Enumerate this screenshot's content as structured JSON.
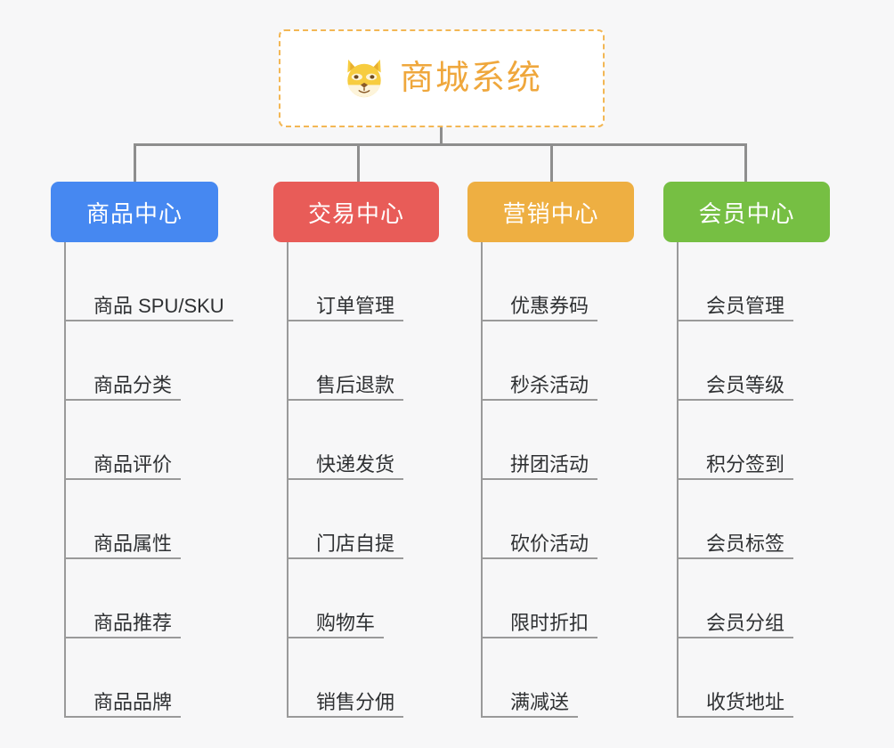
{
  "canvas": {
    "background": "#f7f7f8",
    "connector_color": "#8e8e8e",
    "leaf_line_color": "#9a9a9a"
  },
  "root": {
    "title": "商城系统",
    "icon": "shiba-dog-face-icon",
    "text_color": "#efa73c",
    "border_color": "#f3b755",
    "fill": "#ffffff"
  },
  "categories": [
    {
      "label": "商品中心",
      "color": "#4688f1",
      "items": [
        "商品 SPU/SKU",
        "商品分类",
        "商品评价",
        "商品属性",
        "商品推荐",
        "商品品牌"
      ]
    },
    {
      "label": "交易中心",
      "color": "#e85c58",
      "items": [
        "订单管理",
        "售后退款",
        "快递发货",
        "门店自提",
        "购物车",
        "销售分佣"
      ]
    },
    {
      "label": "营销中心",
      "color": "#eeaf42",
      "items": [
        "优惠券码",
        "秒杀活动",
        "拼团活动",
        "砍价活动",
        "限时折扣",
        "满减送"
      ]
    },
    {
      "label": "会员中心",
      "color": "#76bf43",
      "items": [
        "会员管理",
        "会员等级",
        "积分签到",
        "会员标签",
        "会员分组",
        "收货地址"
      ]
    }
  ]
}
